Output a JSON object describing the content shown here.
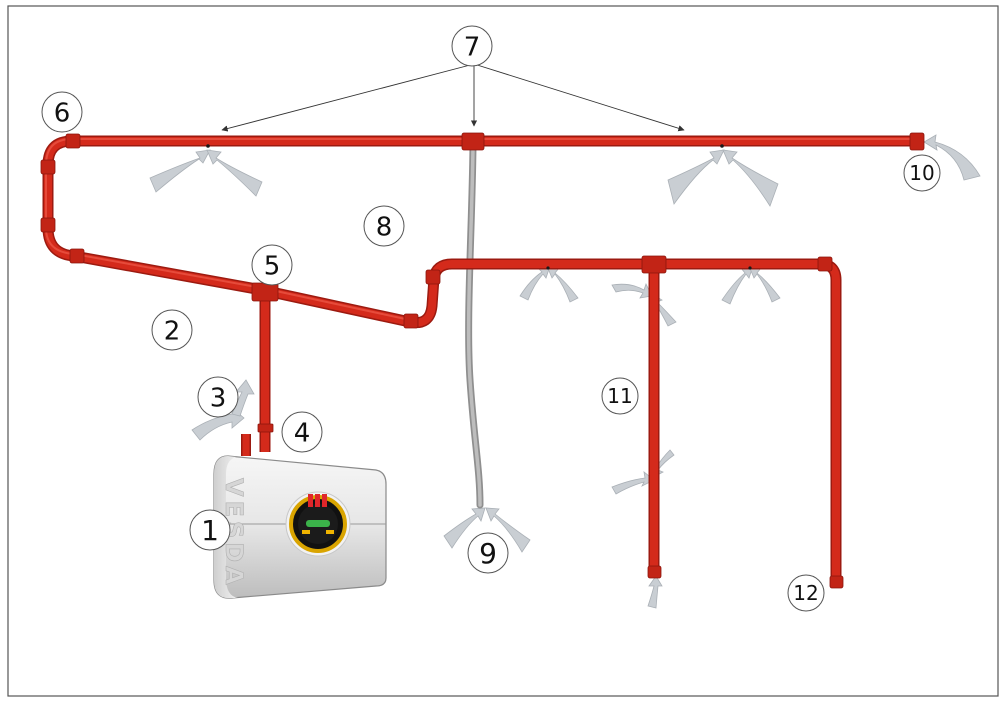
{
  "colors": {
    "pipe": "#d42a1b",
    "pipe_dark": "#9c1a10",
    "pipe_light": "#ee5a48",
    "tube": "#a9a9a9",
    "frame": "#555555",
    "airflow": "#c9ced3",
    "leader": "#333333"
  },
  "callouts": [
    {
      "id": "1",
      "label": "1"
    },
    {
      "id": "2",
      "label": "2"
    },
    {
      "id": "3",
      "label": "3"
    },
    {
      "id": "4",
      "label": "4"
    },
    {
      "id": "5",
      "label": "5"
    },
    {
      "id": "6",
      "label": "6"
    },
    {
      "id": "7",
      "label": "7"
    },
    {
      "id": "8",
      "label": "8"
    },
    {
      "id": "9",
      "label": "9"
    },
    {
      "id": "10",
      "label": "10"
    },
    {
      "id": "11",
      "label": "11"
    },
    {
      "id": "12",
      "label": "12"
    }
  ],
  "detector": {
    "brand_text": "VESDA",
    "icon": "smoke-detector-unit-icon"
  },
  "icons": {
    "airflow": "airflow-arrow-icon",
    "sampling_hole": "sampling-hole-icon"
  }
}
